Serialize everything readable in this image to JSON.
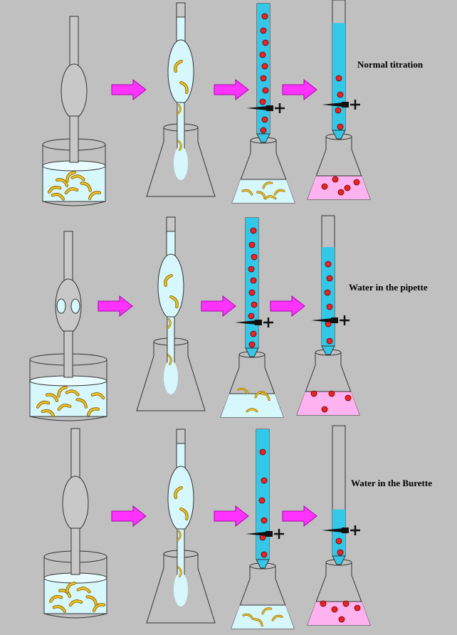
{
  "rows": [
    {
      "label": "Normal titration",
      "burette_fill": 0.78,
      "pipette_bubbles": false,
      "flask_color": "#ffb2f0"
    },
    {
      "label": "Water in the pipette",
      "burette_fill": 0.7,
      "pipette_bubbles": true,
      "flask_color": "#ffb2f0"
    },
    {
      "label": "Water in the Burette",
      "burette_fill": 0.2,
      "pipette_bubbles": false,
      "flask_color": "#ffb2f0"
    }
  ],
  "colors": {
    "background": "#c0c0c0",
    "solution": "#d6f7fb",
    "titrant": "#33c8e8",
    "arrow": "#ff33ff",
    "drop": "#ee2222",
    "particle": "#f0c020",
    "indicator": "#ffb2f0"
  }
}
